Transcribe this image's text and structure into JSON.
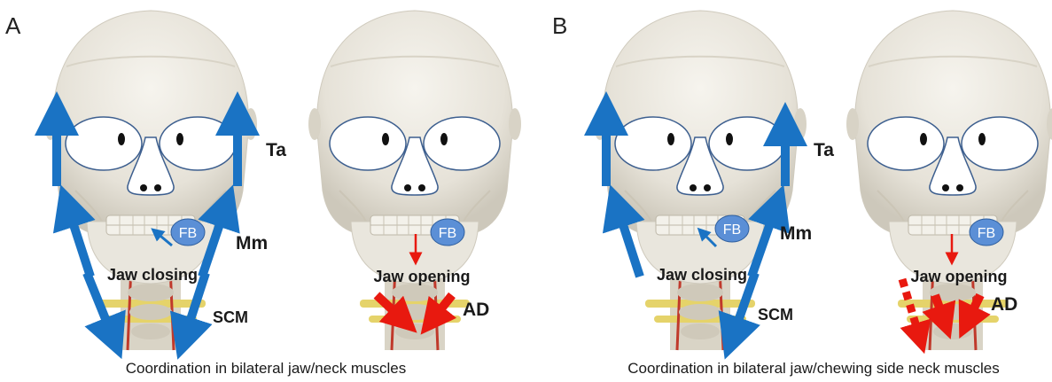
{
  "panels": {
    "a": {
      "letter": "A",
      "caption": "Coordination in bilateral jaw/neck muscles",
      "labels": {
        "ta": "Ta",
        "mm": "Mm",
        "scm": "SCM",
        "ad": "AD",
        "fb_left": "FB",
        "fb_right": "FB",
        "closing": "Jaw closing",
        "opening": "Jaw opening"
      }
    },
    "b": {
      "letter": "B",
      "caption": "Coordination in bilateral jaw/chewing side neck muscles",
      "labels": {
        "ta": "Ta",
        "mm": "Mm",
        "scm": "SCM",
        "ad": "AD",
        "fb_left": "FB",
        "fb_right": "FB",
        "closing": "Jaw closing",
        "opening": "Jaw opening"
      }
    }
  },
  "colors": {
    "blue_arrow": "#1a73c4",
    "red_arrow": "#e8190f",
    "fb_fill": "#5b8fd6",
    "bone": "#ece9e0",
    "bone_shade": "#cfcabd"
  }
}
